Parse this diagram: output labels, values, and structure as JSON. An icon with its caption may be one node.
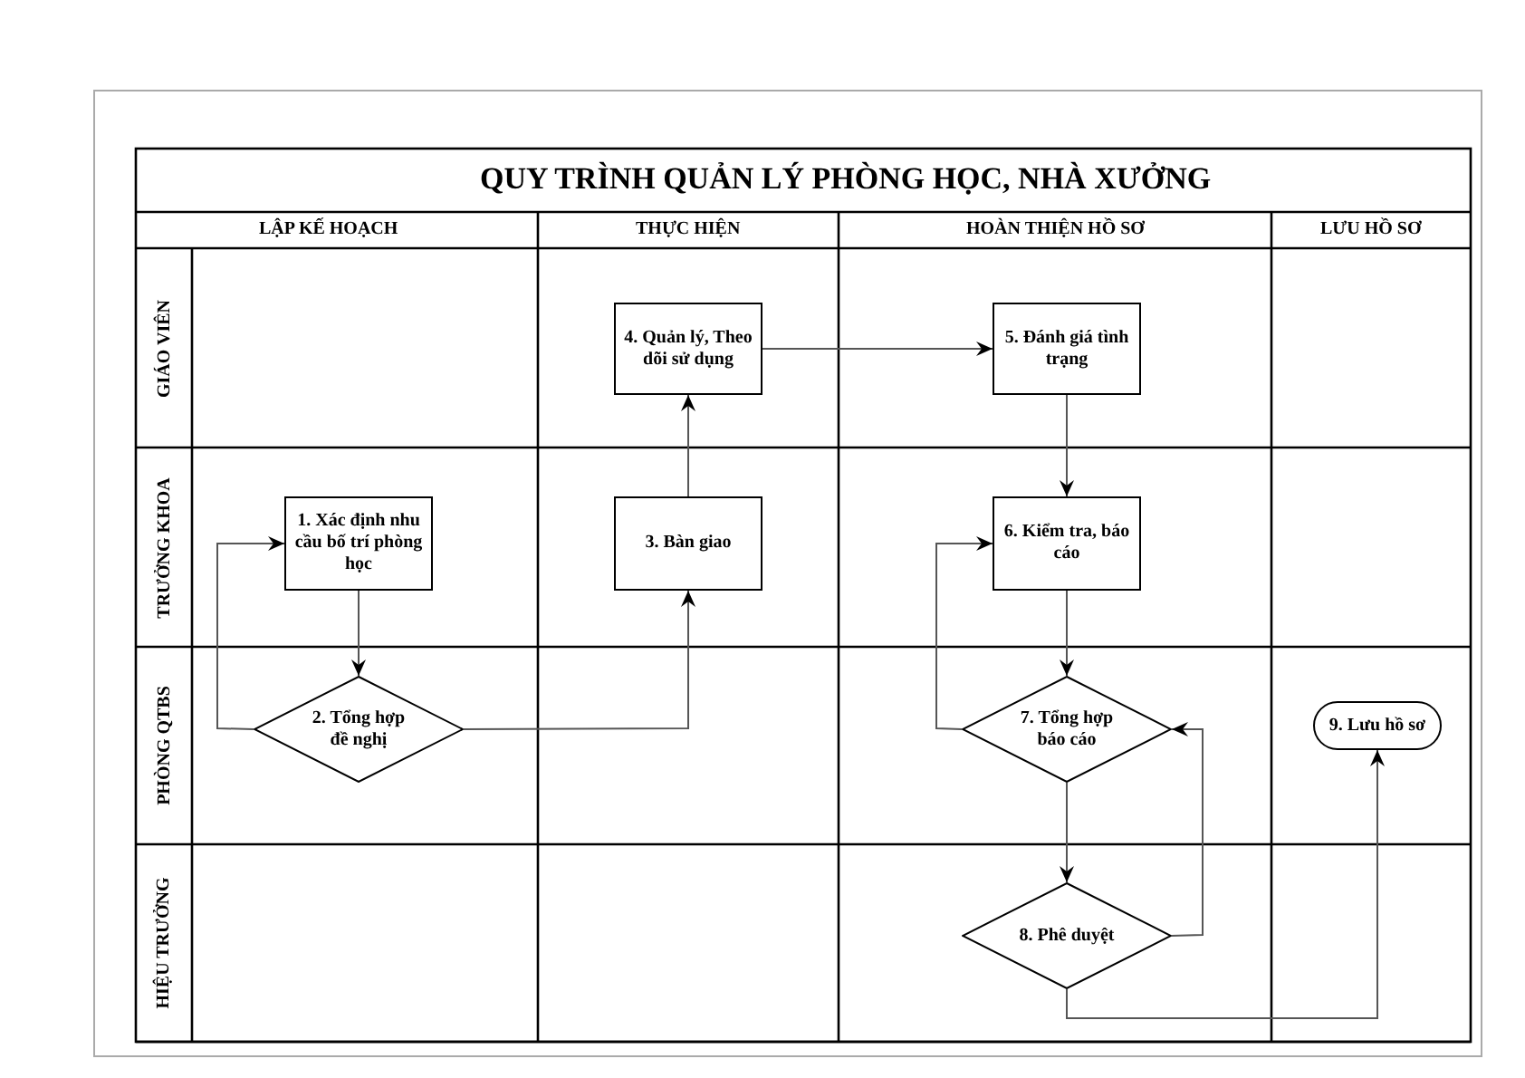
{
  "diagram": {
    "title": "QUY TRÌNH QUẢN LÝ PHÒNG HỌC, NHÀ XƯỞNG",
    "nodes": [
      {
        "text": [
          "1. Xác định nhu cầu bố trí phòng học"
        ]
      },
      {
        "text": [
          "2. Tổng hợp đề nghị"
        ]
      },
      {
        "text": [
          "3.  Bàn giao"
        ]
      },
      {
        "text": [
          "4. Quản lý, Theo dõi sử dụng"
        ]
      },
      {
        "text": [
          "5. Đánh giá tình trạng"
        ]
      },
      {
        "text": [
          "6. Kiểm tra, báo cáo"
        ]
      },
      {
        "text": [
          "7. Tổng hợp báo cáo"
        ]
      },
      {
        "text": [
          "8. Phê duyệt"
        ]
      },
      {
        "text": [
          "9. Lưu hồ sơ"
        ]
      }
    ],
    "edges": [
      {
        "from": 0,
        "to": 1,
        "arrow": "to"
      },
      {
        "from": 1,
        "to": 0,
        "arrow": "to"
      },
      {
        "from": 1,
        "to": 2,
        "arrow": "to"
      },
      {
        "from": 2,
        "to": 3,
        "arrow": "to"
      },
      {
        "from": 3,
        "to": 4,
        "arrow": "to"
      },
      {
        "from": 4,
        "to": 5,
        "arrow": "to"
      },
      {
        "from": 5,
        "to": 6,
        "arrow": "to"
      },
      {
        "from": 6,
        "to": 5,
        "arrow": "to"
      },
      {
        "from": 6,
        "to": 7,
        "arrow": "to"
      },
      {
        "from": 7,
        "to": 6,
        "arrow": "to"
      },
      {
        "from": 7,
        "to": 8,
        "arrow": "to"
      }
    ],
    "labels": [
      "LẬP KẾ HOẠCH",
      "THỰC HIỆN",
      "HOÀN THIỆN HỒ SƠ",
      "LƯU HỒ SƠ",
      "GIÁO VIÊN",
      "TRƯỞNG KHOA",
      "PHÒNG QTBS",
      "HIỆU TRƯỞNG"
    ]
  }
}
